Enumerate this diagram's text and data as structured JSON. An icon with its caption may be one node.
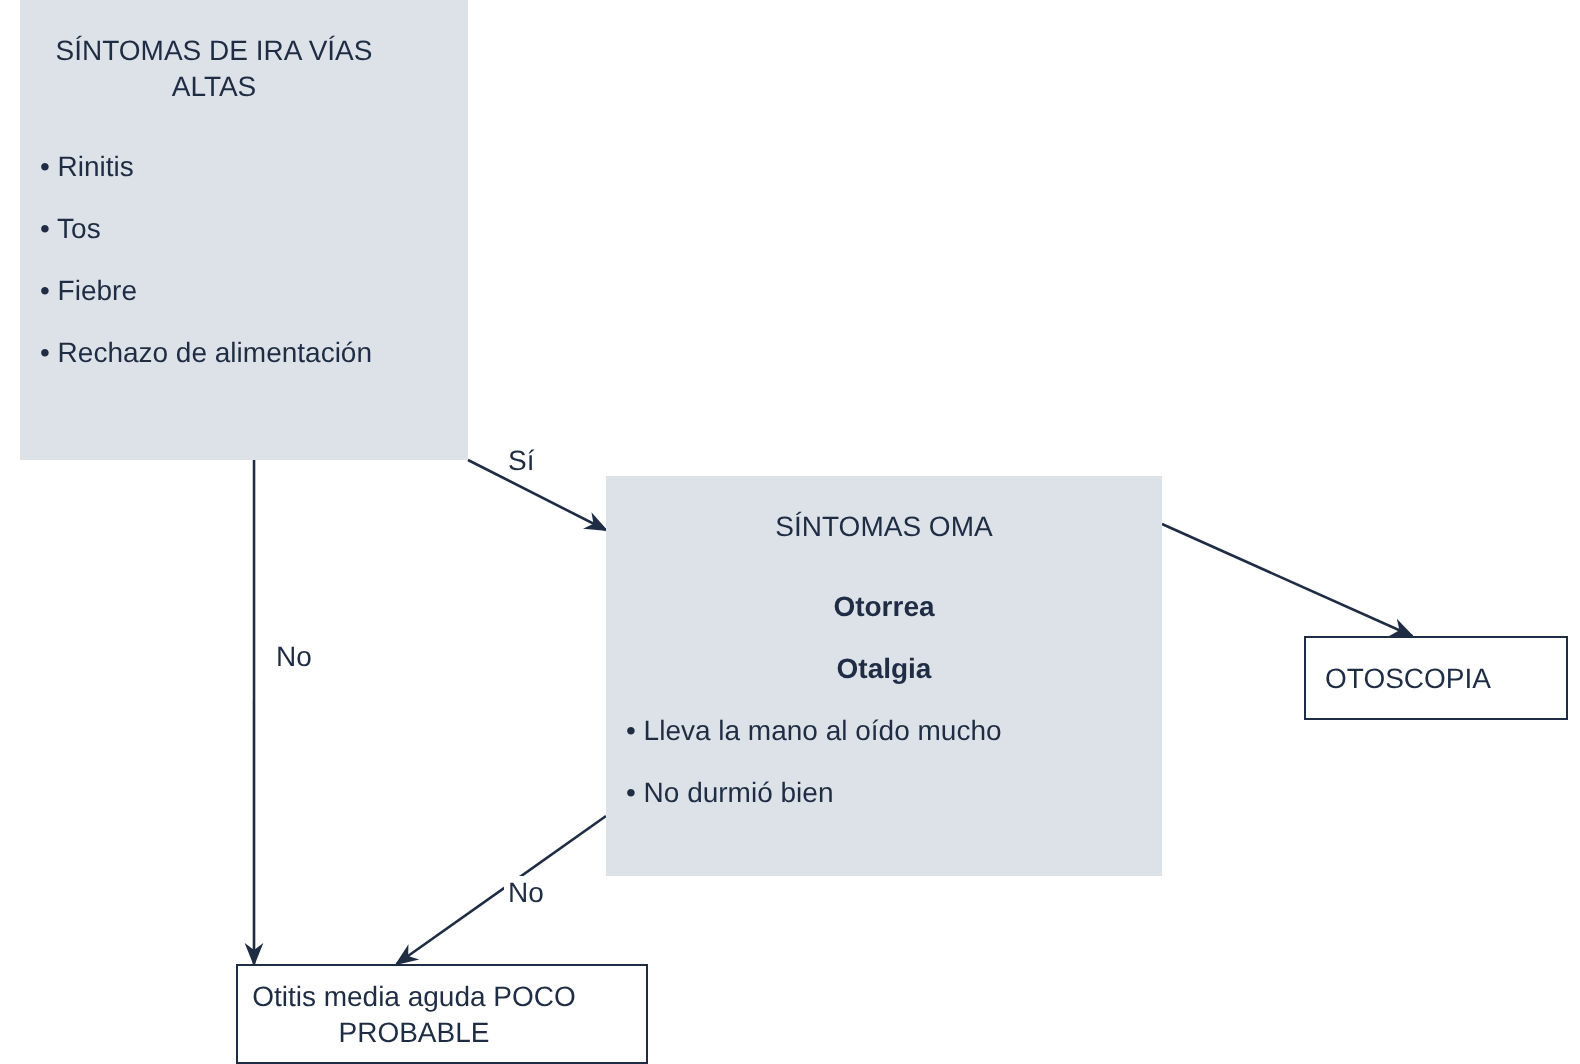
{
  "diagram": {
    "nodes": [
      {
        "text": [
          "SÍNTOMAS DE IRA VÍAS ALTAS",
          "• Rinitis",
          "• Tos",
          "• Fiebre",
          "• Rechazo de alimentación"
        ]
      },
      {
        "text": [
          "SÍNTOMAS OMA",
          "Otorrea",
          "Otalgia",
          "• Lleva la mano al oído mucho",
          "• No durmió bien"
        ]
      },
      {
        "text": [
          "OTOSCOPIA"
        ]
      },
      {
        "text": [
          "Otitis media aguda POCO PROBABLE"
        ]
      }
    ],
    "edges": [
      {
        "from": 0,
        "to": 1,
        "arrow": "to",
        "label": "Sí"
      },
      {
        "from": 0,
        "to": 3,
        "arrow": "to",
        "label": "No"
      },
      {
        "from": 1,
        "to": 2,
        "arrow": "to"
      },
      {
        "from": 1,
        "to": 3,
        "arrow": "to",
        "label": "No"
      }
    ]
  }
}
